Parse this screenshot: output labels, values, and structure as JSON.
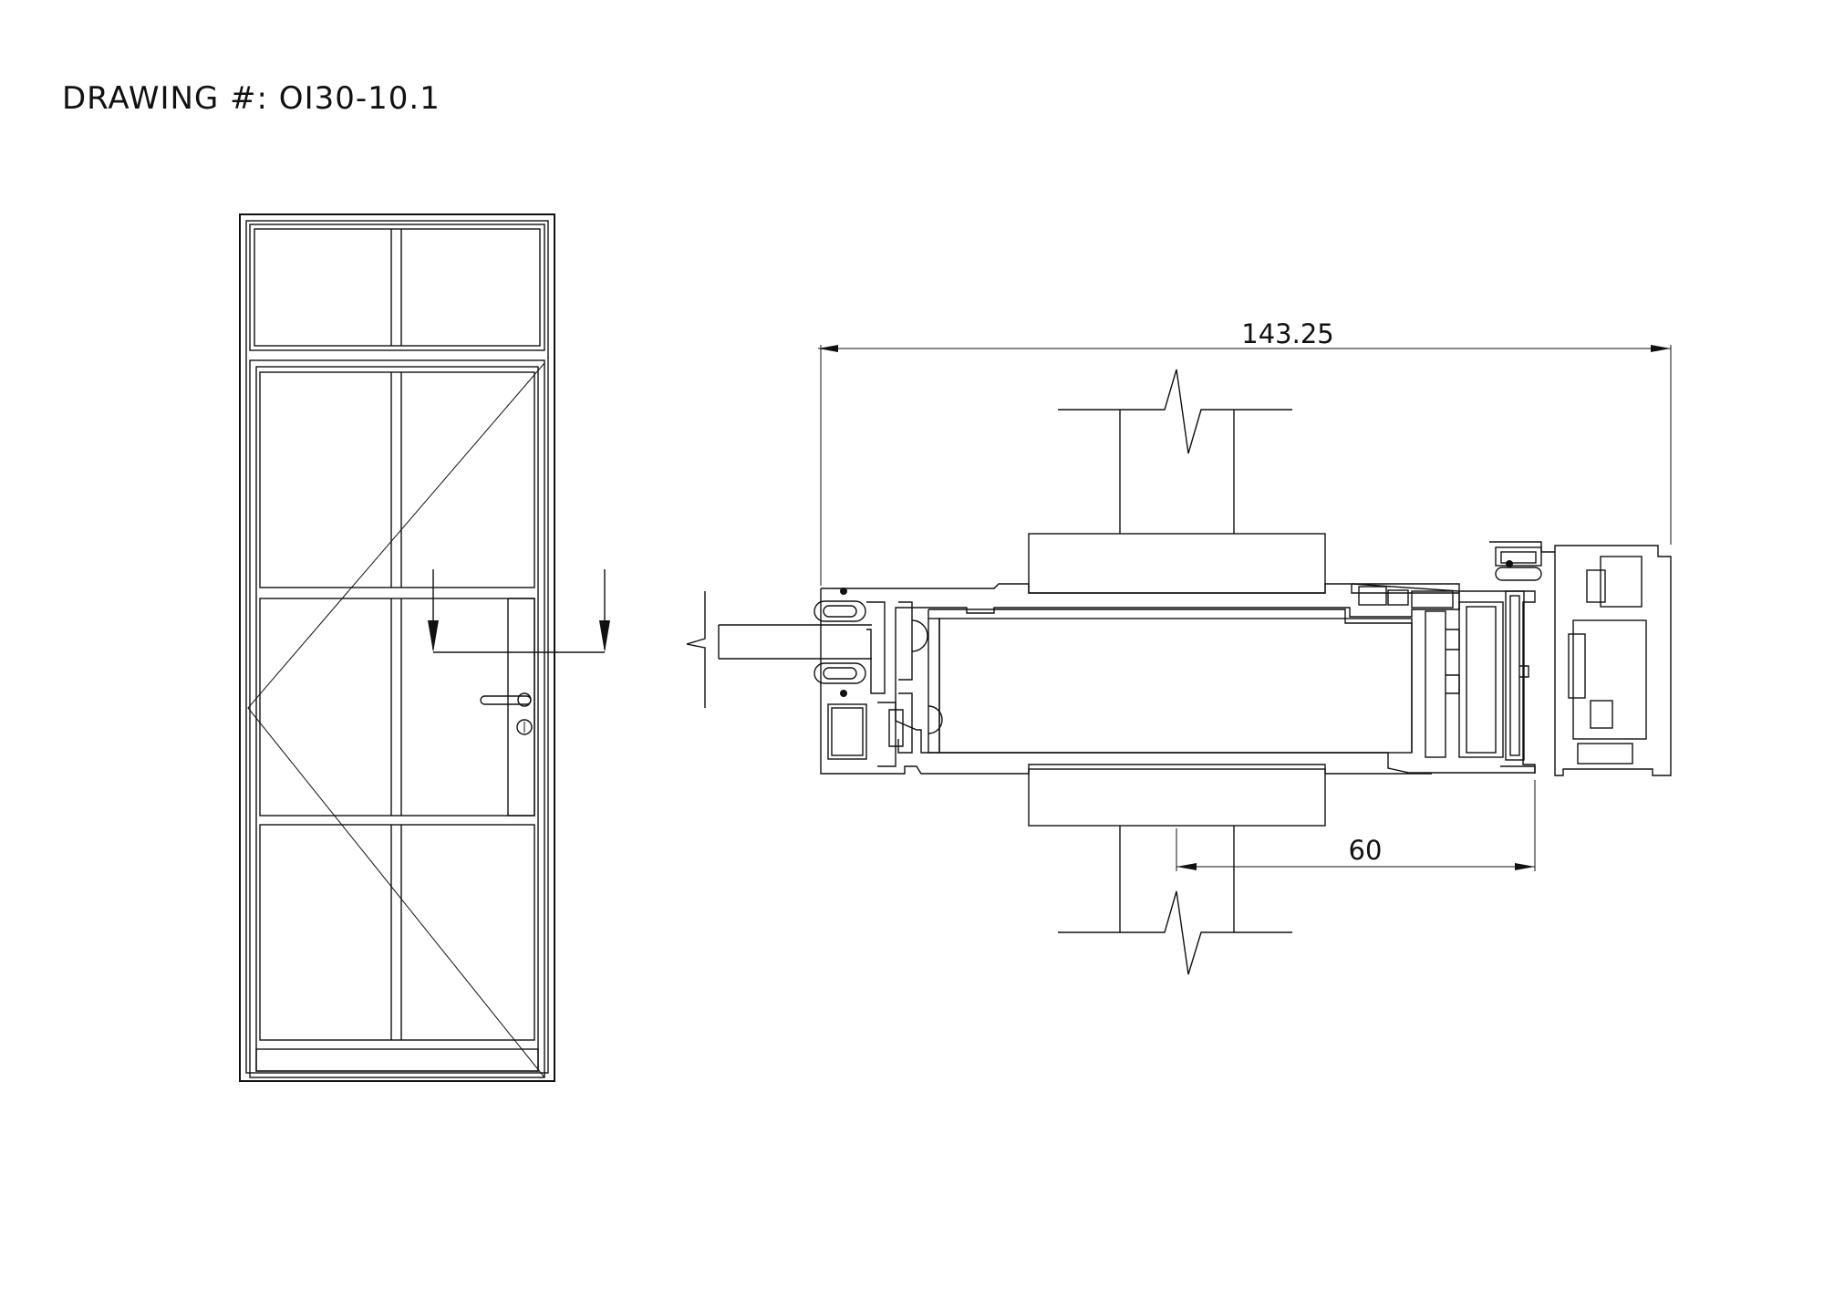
{
  "drawing": {
    "number_text": "DRAWING #: OI30-10.1"
  },
  "dimensions": {
    "overall": "143.25",
    "sash": "60"
  }
}
